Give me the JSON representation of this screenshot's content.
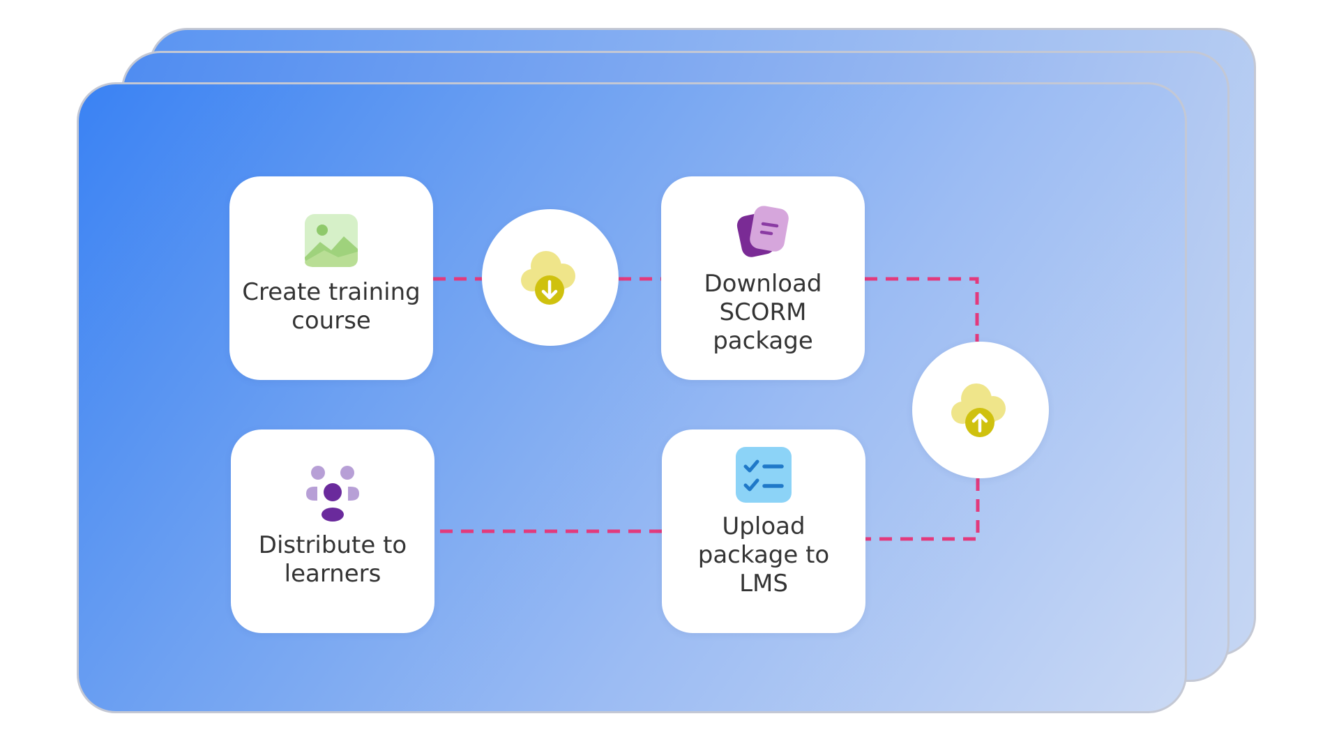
{
  "steps": {
    "create": {
      "label": "Create training\ncourse",
      "icon": "image-icon"
    },
    "download": {
      "label": "Download\nSCORM\npackage",
      "icon": "document-stack-icon"
    },
    "upload": {
      "label": "Upload\npackage to\nLMS",
      "icon": "checklist-icon"
    },
    "distribute": {
      "label": "Distribute to\nlearners",
      "icon": "people-group-icon"
    }
  },
  "connectors": {
    "download_action_icon": "cloud-download-icon",
    "upload_action_icon": "cloud-upload-icon"
  },
  "colors": {
    "background_gradient_start": "#3a82f3",
    "background_gradient_end": "#cad9f4",
    "connector": "#e23a7c",
    "cloud": "#efe58a",
    "cloud_badge": "#cfc10e",
    "text": "#333333"
  }
}
